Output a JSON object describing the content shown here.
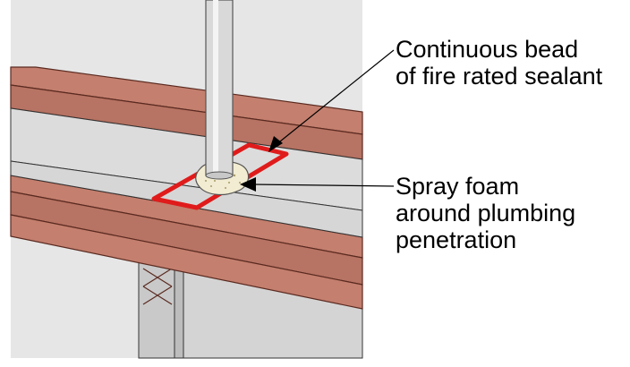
{
  "callouts": {
    "sealant": {
      "line1": "Continuous bead",
      "line2": "of fire rated sealant"
    },
    "foam": {
      "line1": "Spray foam",
      "line2": "around plumbing",
      "line3": "penetration"
    }
  },
  "colors": {
    "lumber": "#c47f6e",
    "lumber_outline": "#5a2a20",
    "sheathing": "#dcdcdc",
    "sealant": "#e01b1b",
    "pipe": "#d9d9d9",
    "foam": "#f2ecd2",
    "background_drywall": "#e6e6e6"
  }
}
